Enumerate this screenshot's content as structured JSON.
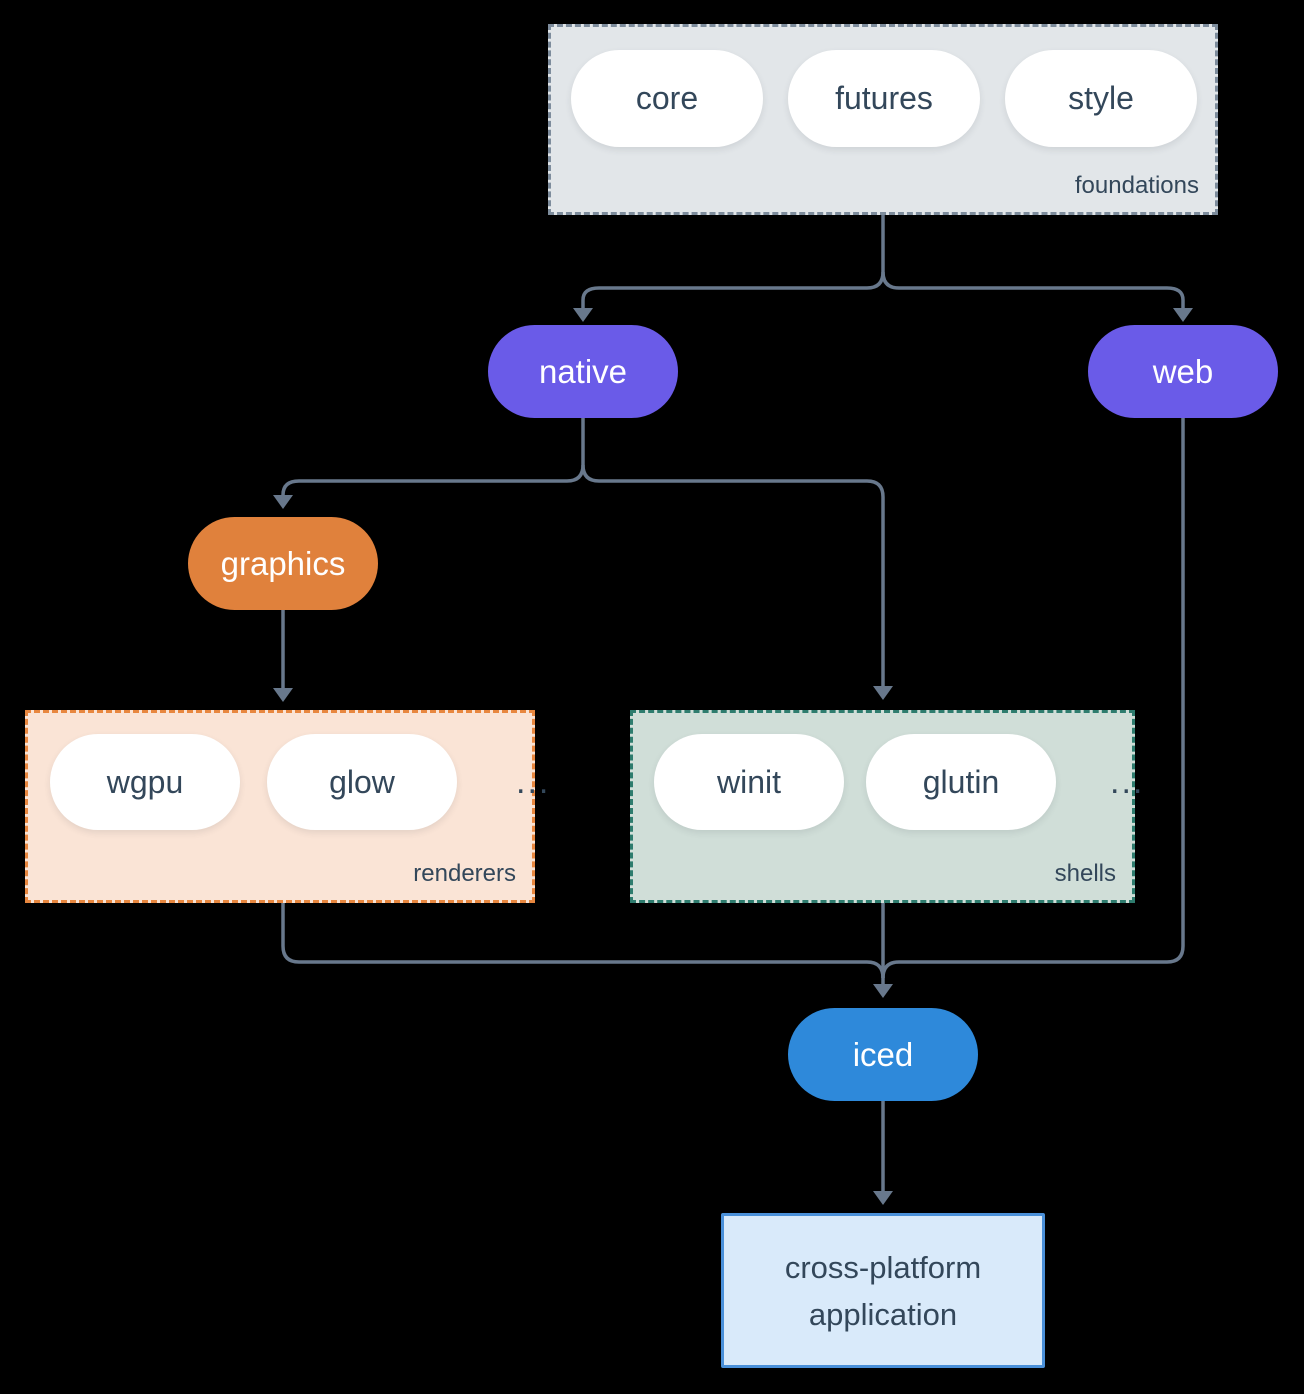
{
  "colors": {
    "background": "#000000",
    "line": "#68788c",
    "dark_text": "#33475a",
    "white_text": "#ffffff",
    "purple": "#6a5be8",
    "orange": "#e0813c",
    "blue": "#2e89da",
    "foundations_fill": "#e2e6e9",
    "foundations_border": "#7d8c9c",
    "renderers_fill": "#fae4d6",
    "renderers_border": "#e8873f",
    "shells_fill": "#d0ded8",
    "shells_border": "#2e7c6e",
    "app_fill": "#d9eafa",
    "app_border": "#4a90d9"
  },
  "diagram": {
    "foundations": {
      "label": "foundations",
      "items": [
        "core",
        "futures",
        "style"
      ]
    },
    "native": {
      "label": "native"
    },
    "web": {
      "label": "web"
    },
    "graphics": {
      "label": "graphics"
    },
    "renderers": {
      "label": "renderers",
      "items": [
        "wgpu",
        "glow"
      ],
      "more": "..."
    },
    "shells": {
      "label": "shells",
      "items": [
        "winit",
        "glutin"
      ],
      "more": "..."
    },
    "iced": {
      "label": "iced"
    },
    "application": {
      "label": "cross-platform application"
    }
  }
}
